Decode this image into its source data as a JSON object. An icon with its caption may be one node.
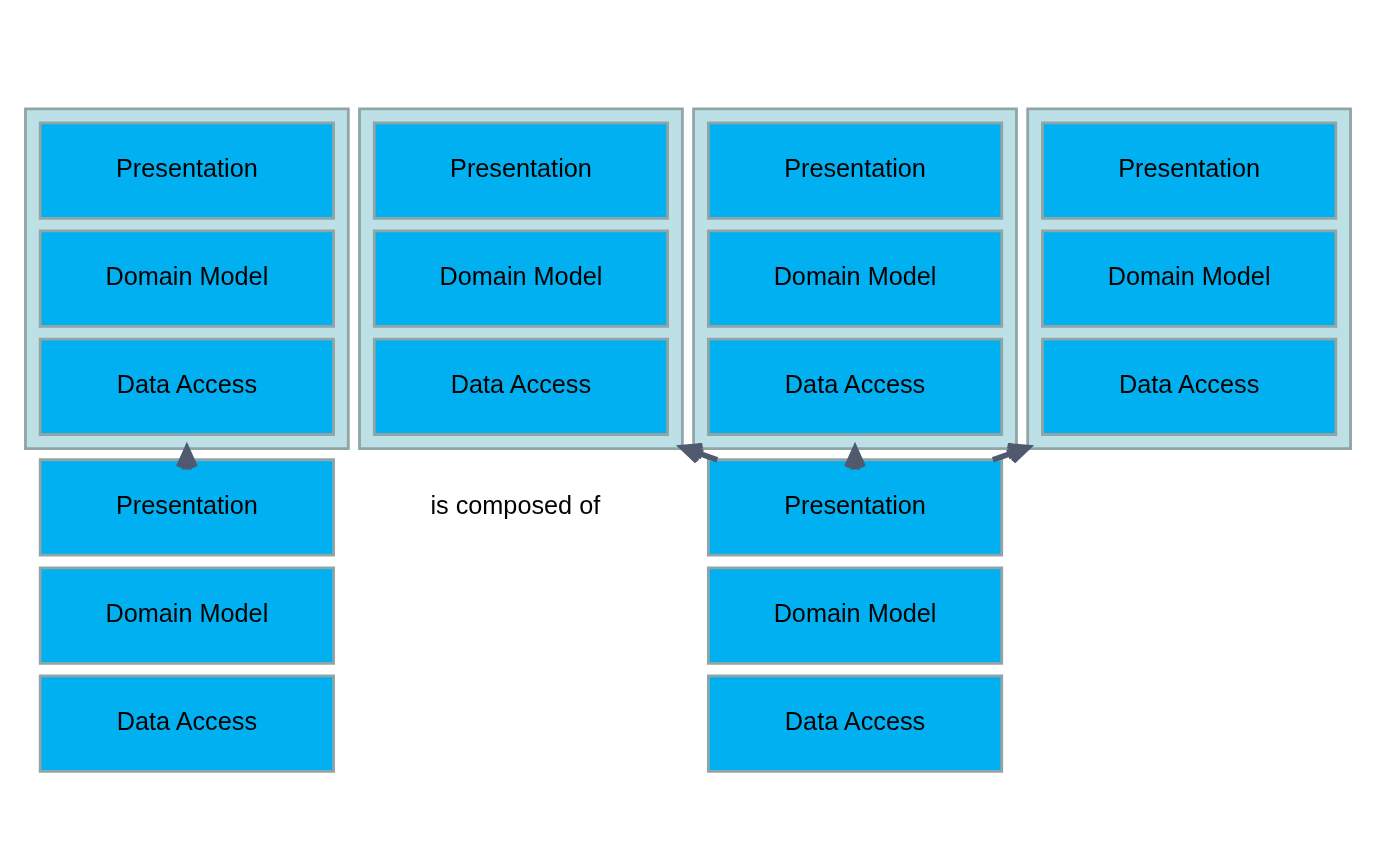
{
  "diagram": {
    "nodes": [
      {
        "text": [],
        "shape": "box"
      },
      {
        "text": [
          "Presentation"
        ],
        "in": 0
      },
      {
        "text": [
          "Domain Model"
        ],
        "in": 0
      },
      {
        "text": [
          "Data Access"
        ],
        "in": 0
      },
      {
        "text": [],
        "shape": "box"
      },
      {
        "text": [
          "Presentation"
        ],
        "in": 4
      },
      {
        "text": [
          "Domain Model"
        ],
        "in": 4
      },
      {
        "text": [
          "Data Access"
        ],
        "in": 4
      },
      {
        "text": [],
        "shape": "box"
      },
      {
        "text": [
          "Presentation"
        ],
        "in": 8
      },
      {
        "text": [
          "Domain Model"
        ],
        "in": 8
      },
      {
        "text": [
          "Data Access"
        ],
        "in": 8
      },
      {
        "text": [],
        "shape": "box"
      },
      {
        "text": [
          "Presentation"
        ],
        "in": 12
      },
      {
        "text": [
          "Domain Model"
        ],
        "in": 12
      },
      {
        "text": [
          "Data Access"
        ],
        "in": 12
      },
      {
        "text": [
          "Presentation"
        ]
      },
      {
        "text": [
          "Domain Model"
        ]
      },
      {
        "text": [
          "Data Access"
        ]
      },
      {
        "text": [
          "Presentation"
        ]
      },
      {
        "text": [
          "Domain Model"
        ]
      },
      {
        "text": [
          "Data Access"
        ]
      }
    ],
    "edges": [
      {
        "from": 16,
        "to": 0,
        "arrow": "to"
      },
      {
        "from": 19,
        "to": 4,
        "arrow": "to"
      },
      {
        "from": 19,
        "to": 8,
        "arrow": "to"
      },
      {
        "from": 19,
        "to": 12,
        "arrow": "to"
      }
    ],
    "labels": [
      "is composed of"
    ]
  }
}
